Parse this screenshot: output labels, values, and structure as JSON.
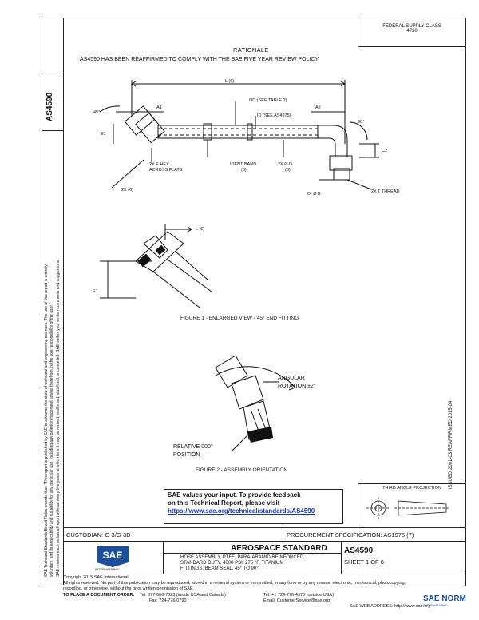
{
  "header": {
    "fsc_label": "FEDERAL SUPPLY CLASS",
    "fsc_code": "4720",
    "section_title": "RATIONALE",
    "rationale_text": "AS4590 HAS BEEN REAFFIRMED TO COMPLY WITH THE SAE FIVE YEAR REVIEW POLICY."
  },
  "left_margin": {
    "doc_number": "AS4590",
    "notice_lines": [
      "SAE Technical Standards Board Rules provide that: \"This report is published by SAE to advance the state of technical and engineering sciences. The use of this report is entirely",
      "voluntary, and its applicability and suitability for any particular use, including any patent infringement arising therefrom, is the sole responsibility of the user.\"",
      "SAE reviews each technical report at least every five years at which time it may be revised, reaffirmed, stabilized, or cancelled. SAE invites your written comments and suggestions."
    ]
  },
  "right_margin": {
    "issue_text": "ISSUED 2001-03    REAFFIRMED 2015-04"
  },
  "drawing_main": {
    "labels": {
      "L": "L (6)",
      "A1": "A1",
      "A2": "A2",
      "deg45": "45°",
      "deg90": "90°",
      "od": "OD (SEE TABLE 2)",
      "id": "ID (SEE AS4975)",
      "E1": "E1",
      "C2": "C2",
      "hex": "2X E HEX",
      "across": "ACROSS FLATS",
      "ident": "IDENT BAND",
      "ident_num": "(5)",
      "dia_d": "2X Ø D",
      "dia_d_num": "(8)",
      "x6": "2X (6)",
      "dia_b": "2X Ø B",
      "thread": "2X  T THREAD"
    }
  },
  "figure1": {
    "L": "L (6)",
    "E1": "E1",
    "caption": "FIGURE 1 - ENLARGED VIEW - 45° END FITTING"
  },
  "figure2": {
    "angular": "ANGULAR",
    "rotation": "ROTATION ±2°",
    "relative1": "RELATIVE 000°",
    "relative2": "POSITION",
    "caption": "FIGURE 2 - ASSEMBLY ORIENTATION"
  },
  "feedback": {
    "line1": "SAE values your input. To provide feedback",
    "line2": "on this Technical Report, please visit",
    "link": "https://www.sae.org/technical/standards/AS4590"
  },
  "projection": {
    "label": "THIRD ANGLE PROJECTION"
  },
  "title_block": {
    "custodian": "CUSTODIAN: G-3/G-3D",
    "procurement": "PROCUREMENT SPECIFICATION: AS1975 (7)",
    "standard_title": "AEROSPACE STANDARD",
    "desc_lines": [
      "HOSE ASSEMBLY, PTFE, PARA-ARAMID REINFORCED,",
      "STANDARD DUTY, 4000 PSI, 275 °F, TITANIUM",
      "FITTINGS, BEAM SEAL, 45° TO 90°"
    ],
    "doc_number": "AS4590",
    "sheet": "SHEET 1 OF 6",
    "logo_text": "SAE",
    "logo_sub": "INTERNATIONAL"
  },
  "footer": {
    "copyright": "Copyright 2015 SAE International",
    "rights1": "All rights reserved. No part of this publication may be reproduced, stored in a retrieval system or transmitted, in any form or by any means, electronic, mechanical, photocopying,",
    "rights2": "recording, or otherwise, without the prior written permission of SAE.",
    "order_label": "TO PLACE A DOCUMENT ORDER:",
    "tel1": "Tel: 877-606-7323 (inside USA and Canada)",
    "tel2": "Tel: +1 724-776-4970 (outside USA)",
    "fax": "Fax: 724-776-0790",
    "email": "Email: CustomerService@sae.org",
    "web": "SAE WEB ADDRESS: http://www.sae.org",
    "watermark": "SAE NORM",
    "watermark_sub": "INTERNATIONAL"
  }
}
